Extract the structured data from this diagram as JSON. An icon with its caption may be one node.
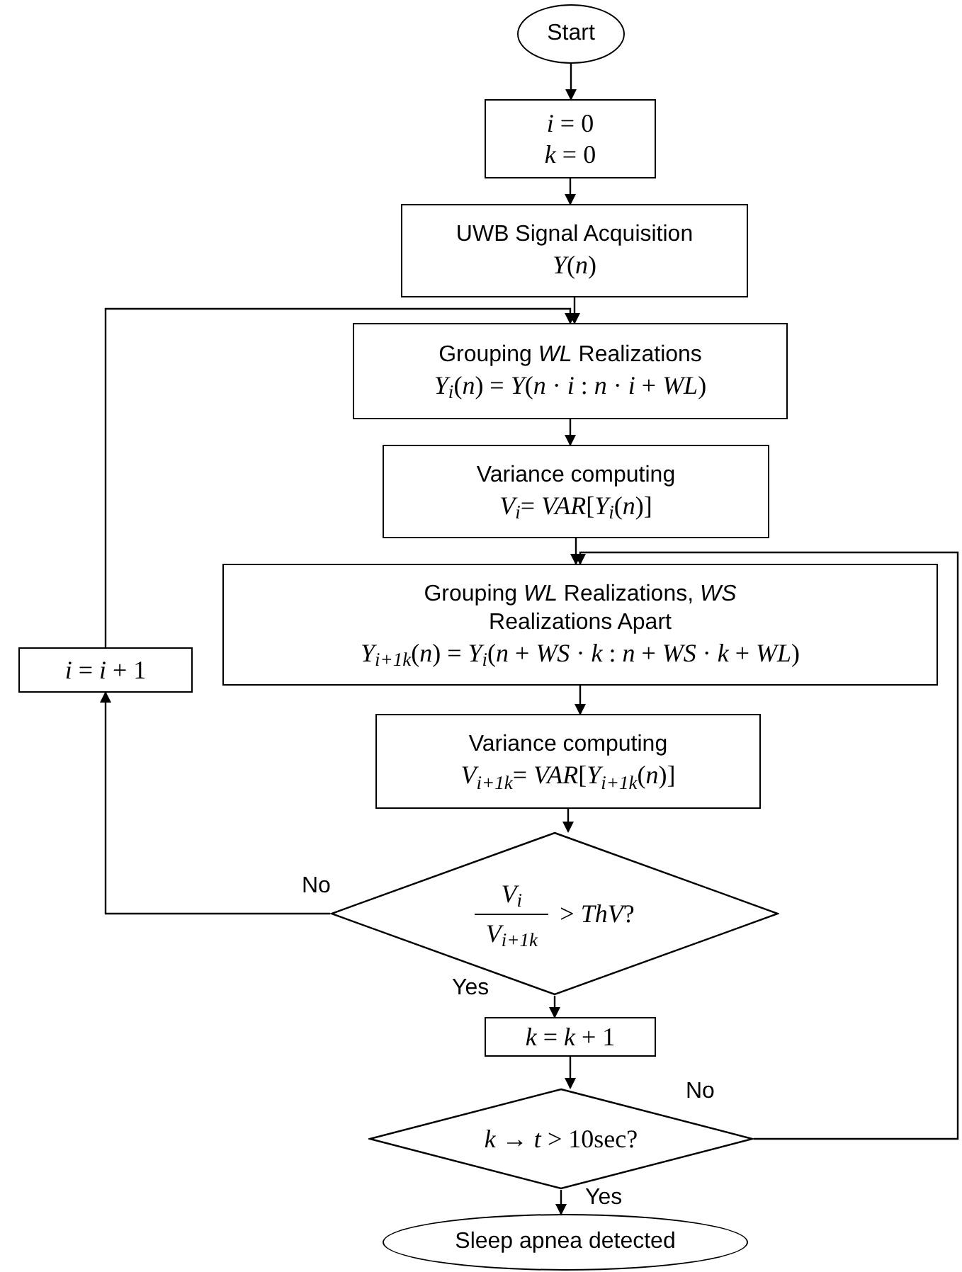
{
  "diagram": {
    "nodes": [
      {
        "text": [
          "Start"
        ]
      },
      {
        "text": [
          "*i* = 0",
          "*k* = 0"
        ]
      },
      {
        "text": [
          "UWB Signal Acquisition",
          "*Y*(*n*)"
        ]
      },
      {
        "text": [
          "Grouping *WL* Realizations",
          "*Y*$_{i}$(*n*) = *Y*(*n* · *i* :  *n* · *i* + *WL*)"
        ]
      },
      {
        "text": [
          "Variance computing",
          "*V*$_{i}$= *VAR*[*Y*$_{i}$(*n*)]"
        ]
      },
      {
        "text": [
          "Grouping *WL* Realizations, *WS* Realizations Apart",
          "*Y*$_{i+1k}$(*n*) = *Y*$_{i}$(*n* + *WS* · *k* :  *n* + *WS* · *k* + *WL*)"
        ]
      },
      {
        "text": [
          "*i* = *i* + 1"
        ]
      },
      {
        "text": [
          "Variance computing",
          "*V*$_{i+1k}$= *VAR*[*Y*$_{i+1k}$(*n*)]"
        ]
      },
      {
        "text": [
          "*V*$_{i}$",
          "*V*$_{i+1k}$",
          "> *ThV*?"
        ]
      },
      {
        "text": [
          "*k* = *k* + 1"
        ]
      },
      {
        "text": [
          "*k* → *t* > 10sec?"
        ]
      },
      {
        "text": [
          "Sleep apnea detected"
        ]
      }
    ],
    "edges": [
      {
        "from": 0,
        "to": 1,
        "arrow": "to"
      },
      {
        "from": 1,
        "to": 2,
        "arrow": "to"
      },
      {
        "from": 2,
        "to": 3,
        "arrow": "to"
      },
      {
        "from": 3,
        "to": 4,
        "arrow": "to"
      },
      {
        "from": 4,
        "to": 5,
        "arrow": "to"
      },
      {
        "from": 5,
        "to": 7,
        "arrow": "to"
      },
      {
        "from": 7,
        "to": 8,
        "arrow": "to"
      },
      {
        "from": 8,
        "to": 9,
        "arrow": "to",
        "label": "Yes"
      },
      {
        "from": 9,
        "to": 10,
        "arrow": "to"
      },
      {
        "from": 10,
        "to": 11,
        "arrow": "to",
        "label": "Yes"
      },
      {
        "from": 8,
        "to": 6,
        "arrow": "to",
        "label": "No"
      },
      {
        "from": 6,
        "to": 3,
        "arrow": "to"
      },
      {
        "from": 10,
        "to": 5,
        "arrow": "to",
        "label": "No"
      }
    ]
  }
}
